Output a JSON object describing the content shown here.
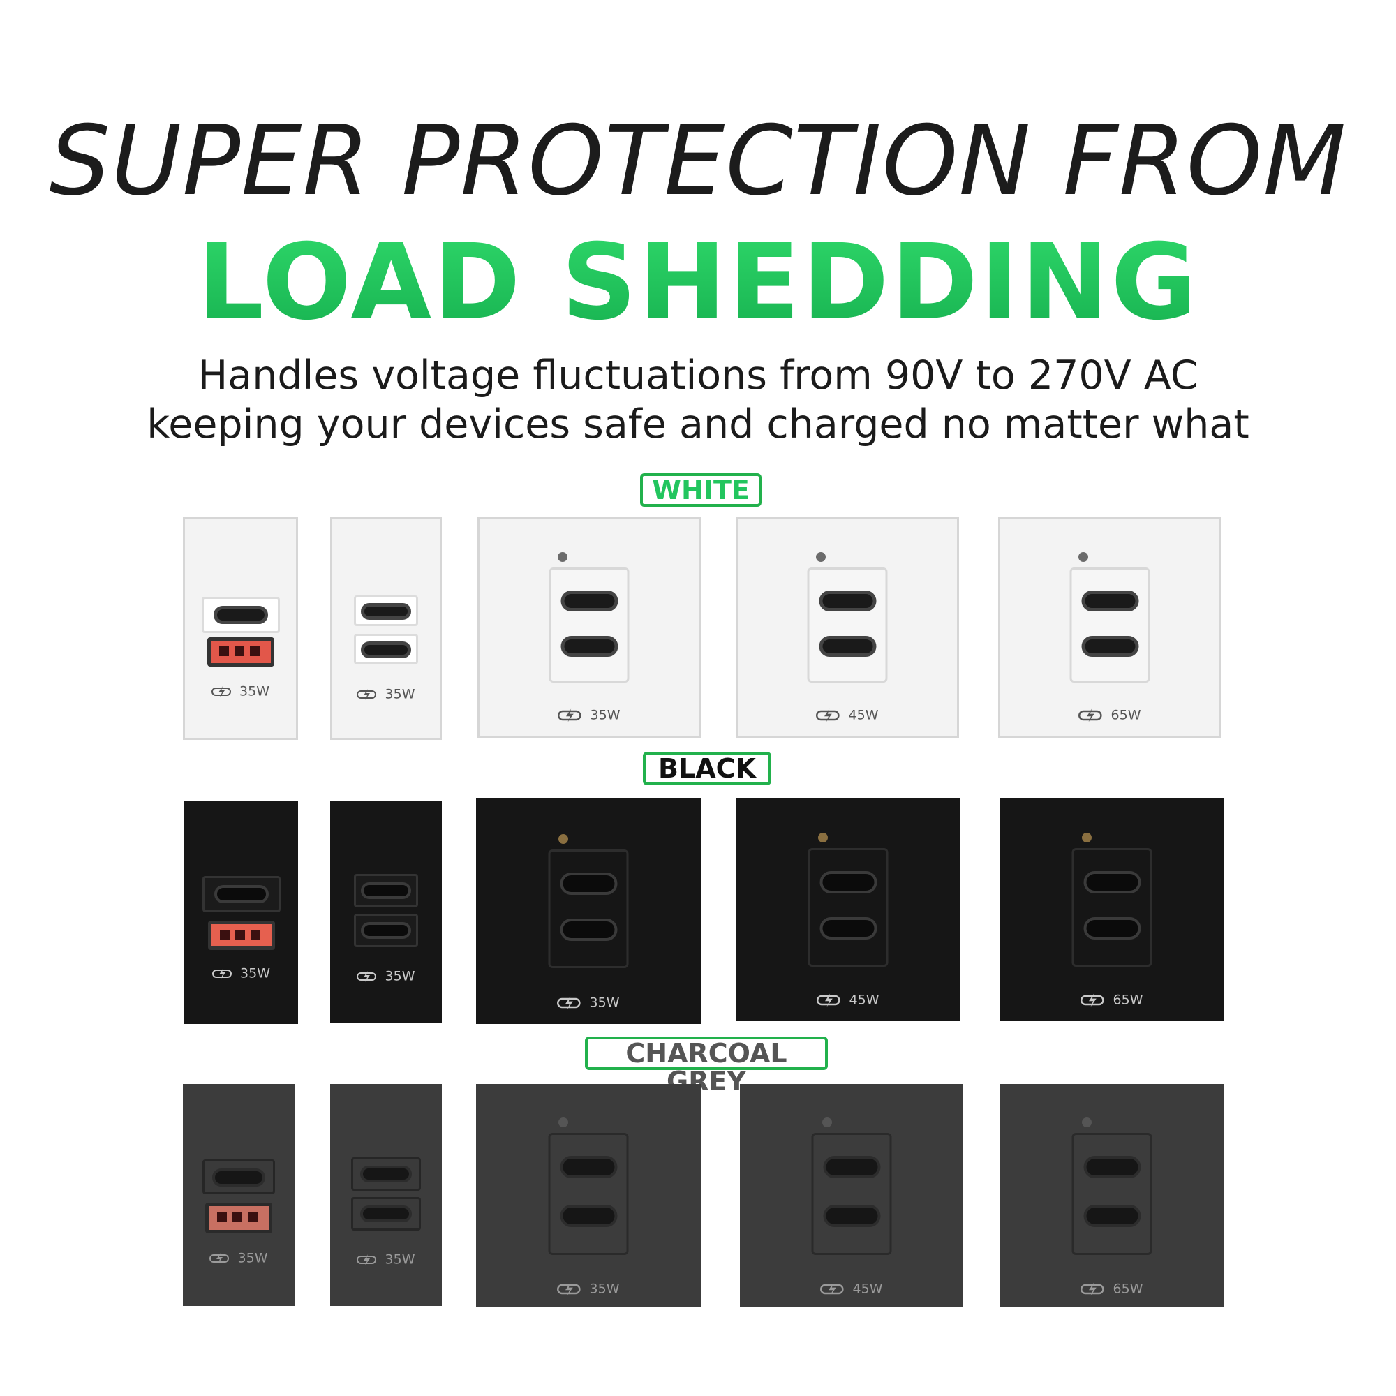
{
  "headline": {
    "line1": "SUPER PROTECTION FROM",
    "line2": "LOAD SHEDDING",
    "sub1": "Handles voltage fluctuations from 90V to 270V AC",
    "sub2": "keeping your devices safe and charged no matter what"
  },
  "colors": {
    "accent": "#22c55e",
    "label_border": "#22b14c"
  },
  "rows": [
    {
      "label": "WHITE",
      "products": [
        "35W",
        "35W",
        "35W",
        "45W",
        "65W"
      ]
    },
    {
      "label": "BLACK",
      "products": [
        "35W",
        "35W",
        "35W",
        "45W",
        "65W"
      ]
    },
    {
      "label": "CHARCOAL GREY",
      "products": [
        "35W",
        "35W",
        "35W",
        "45W",
        "65W"
      ]
    }
  ],
  "icons": {
    "charge": "charging-bolt-icon"
  }
}
